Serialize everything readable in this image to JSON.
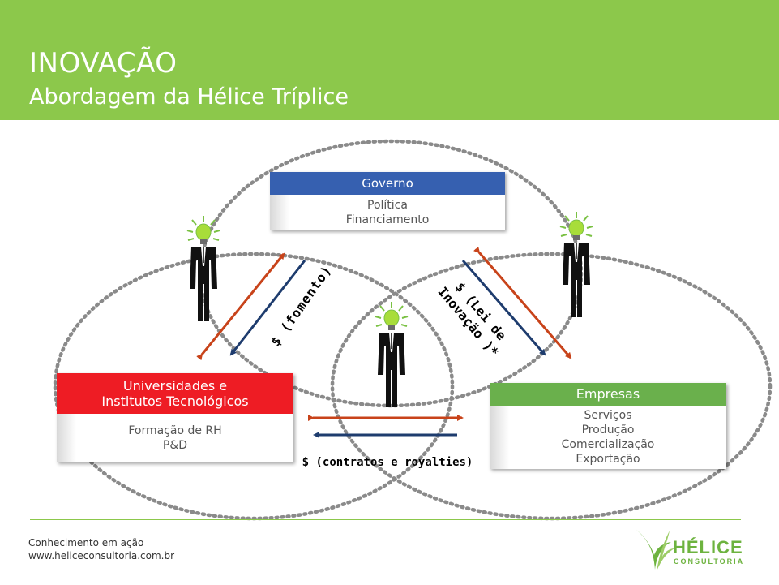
{
  "header": {
    "title": "INOVAÇÃO",
    "subtitle": "Abordagem da Hélice Tríplice",
    "background_color": "#8cc84b"
  },
  "boxes": {
    "governo": {
      "title": "Governo",
      "lines": [
        "Política",
        "Financiamento"
      ],
      "color": "#3660b0"
    },
    "universidades": {
      "title_lines": [
        "Universidades e",
        "Institutos Tecnológicos"
      ],
      "lines": [
        "Formação de RH",
        "P&D"
      ],
      "color": "#ee1c24"
    },
    "empresas": {
      "title": "Empresas",
      "lines": [
        "Serviços",
        "Produção",
        "Comercialização",
        "Exportação"
      ],
      "color": "#6ab04c"
    }
  },
  "flows": {
    "fomento": "$ (fomento)",
    "lei_inovacao_lines": [
      "$ (Lei de",
      "Inovação )*"
    ],
    "contratos": "$ (contratos e royalties)"
  },
  "arrow_colors": {
    "orange": "#c8431a",
    "navy": "#1e3c6e"
  },
  "icons": [
    "idea-person-icon",
    "idea-person-icon",
    "idea-person-icon"
  ],
  "footer": {
    "tagline": "Conhecimento em ação",
    "url": "www.heliceconsultoria.com.br"
  },
  "logo": {
    "name": "HÉLICE",
    "sub": "CONSULTORIA"
  }
}
